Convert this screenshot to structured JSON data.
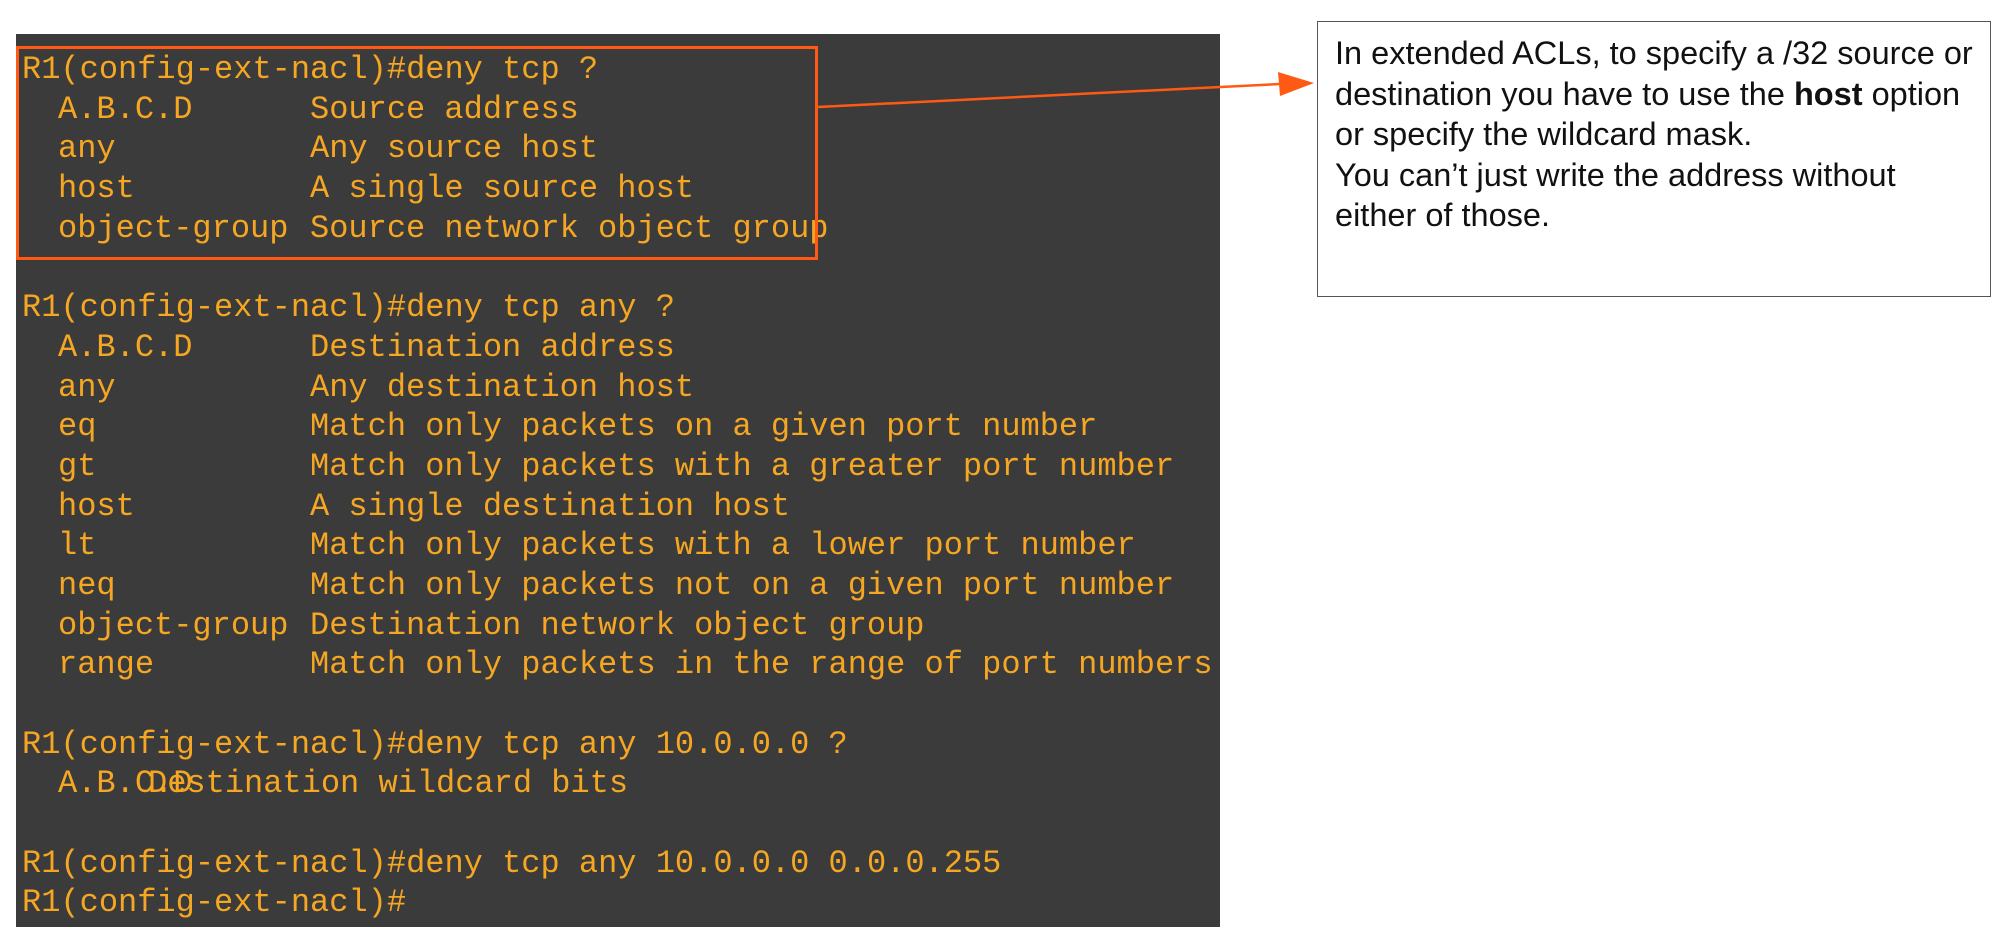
{
  "terminal": {
    "block1": {
      "command": "R1(config-ext-nacl)#deny tcp ?",
      "options": [
        {
          "keyword": "A.B.C.D",
          "description": "Source address"
        },
        {
          "keyword": "any",
          "description": "Any source host"
        },
        {
          "keyword": "host",
          "description": "A single source host"
        },
        {
          "keyword": "object-group",
          "description": "Source network object group"
        }
      ]
    },
    "block2": {
      "command": "R1(config-ext-nacl)#deny tcp any ?",
      "options": [
        {
          "keyword": "A.B.C.D",
          "description": "Destination address"
        },
        {
          "keyword": "any",
          "description": "Any destination host"
        },
        {
          "keyword": "eq",
          "description": "Match only packets on a given port number"
        },
        {
          "keyword": "gt",
          "description": "Match only packets with a greater port number"
        },
        {
          "keyword": "host",
          "description": "A single destination host"
        },
        {
          "keyword": "lt",
          "description": "Match only packets with a lower port number"
        },
        {
          "keyword": "neq",
          "description": "Match only packets not on a given port number"
        },
        {
          "keyword": "object-group",
          "description": "Destination network object group"
        },
        {
          "keyword": "range",
          "description": "Match only packets in the range of port numbers"
        }
      ]
    },
    "block3": {
      "command": "R1(config-ext-nacl)#deny tcp any 10.0.0.0 ?",
      "options": [
        {
          "keyword": "A.B.C.D",
          "description": "Destination wildcard bits"
        }
      ]
    },
    "block4": {
      "command": "R1(config-ext-nacl)#deny tcp any 10.0.0.0 0.0.0.255",
      "prompt": "R1(config-ext-nacl)#"
    }
  },
  "callout": {
    "part1": "In extended ACLs, to specify a /32 source or destination you have to use the ",
    "bold": "host",
    "part2": " option or specify the wildcard mask.",
    "line2": "You can’t just write the address without either of those."
  },
  "colors": {
    "terminal_bg": "#3b3b3b",
    "terminal_text": "#f5a623",
    "highlight": "#ff5a14"
  }
}
